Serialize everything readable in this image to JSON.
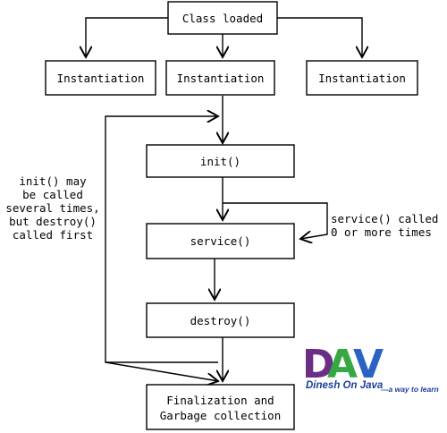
{
  "nodes": {
    "class_loaded": "Class loaded",
    "instantiation_left": "Instantiation",
    "instantiation_center": "Instantiation",
    "instantiation_right": "Instantiation",
    "init": "init()",
    "service": "service()",
    "destroy": "destroy()",
    "finalization": [
      "Finalization and",
      "Garbage collection"
    ]
  },
  "annotations": {
    "loop_note": [
      "init() may",
      "be called",
      "several times,",
      "but destroy()",
      "called first"
    ],
    "service_note": [
      "service() called",
      "0 or more times"
    ]
  },
  "logo": {
    "letters": [
      "D",
      "A",
      "V"
    ],
    "colors": {
      "D": "#6a2e86",
      "A": "#35a844",
      "V": "#2b63c4"
    },
    "name": "Dinesh On Java",
    "tagline": "---a way to learn"
  }
}
